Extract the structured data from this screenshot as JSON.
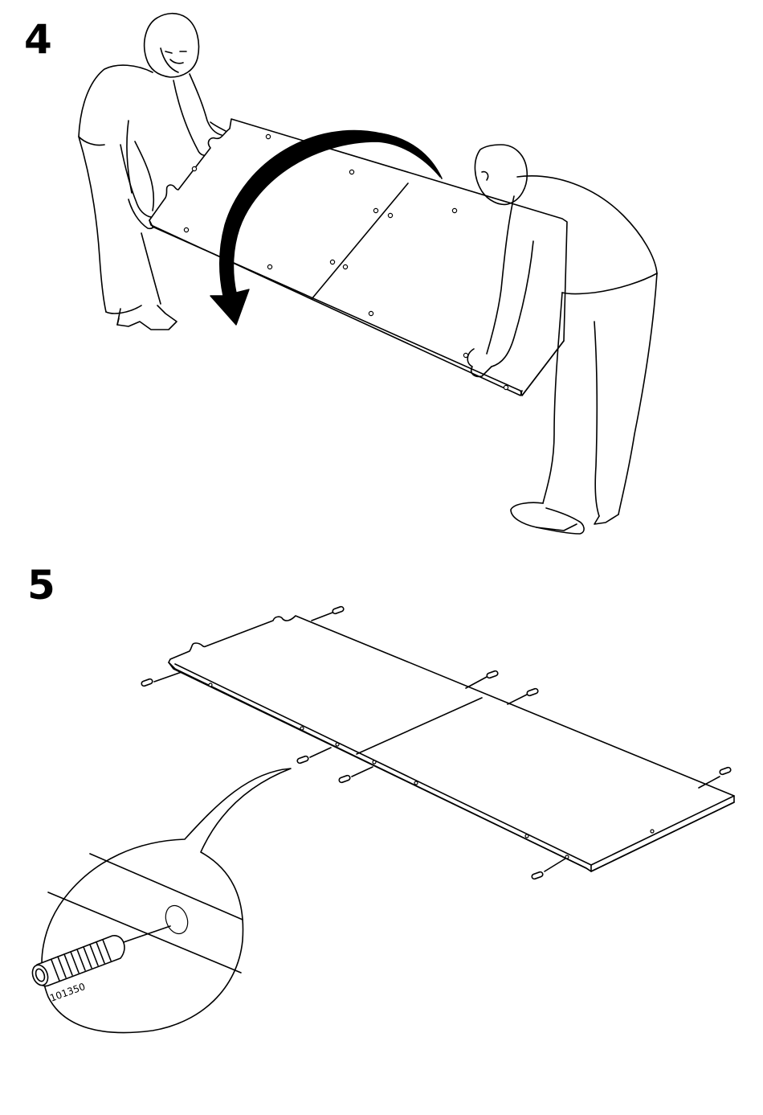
{
  "steps": [
    {
      "number": "4",
      "illustration": "two-people-flipping-panel"
    },
    {
      "number": "5",
      "illustration": "insert-dowels-into-panel-edge"
    }
  ],
  "detail_callout": {
    "part_code": "101350"
  },
  "icons": {
    "rotation_arrow": "curved-arrow-icon",
    "dowel": "wooden-dowel-icon"
  },
  "colors": {
    "ink": "#000000",
    "paper": "#ffffff"
  }
}
